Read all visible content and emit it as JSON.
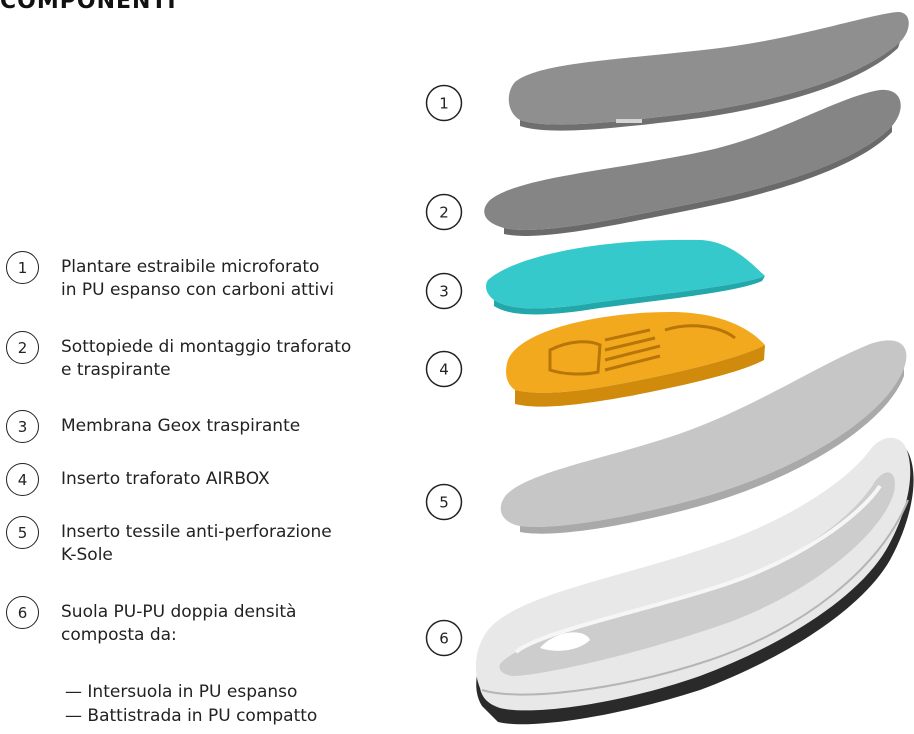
{
  "title": "COMPONENTI",
  "components": [
    {
      "number": "1",
      "lines": [
        "Plantare estraibile microforato",
        "in PU espanso con carboni attivi"
      ]
    },
    {
      "number": "2",
      "lines": [
        "Sottopiede di montaggio traforato",
        "e traspirante"
      ]
    },
    {
      "number": "3",
      "lines": [
        "Membrana Geox traspirante"
      ]
    },
    {
      "number": "4",
      "lines": [
        "Inserto traforato AIRBOX"
      ]
    },
    {
      "number": "5",
      "lines": [
        "Inserto tessile anti-perforazione",
        "K-Sole"
      ]
    },
    {
      "number": "6",
      "lines": [
        "Suola PU-PU doppia densità",
        "composta da:"
      ]
    }
  ],
  "sole_details": [
    "— Intersuola in PU espanso",
    "— Battistrada in PU compatto"
  ],
  "colors": {
    "insole_gray": "#8f8f8f",
    "board_gray": "#858585",
    "membrane_teal": "#36c9cc",
    "airbox_yellow": "#f2a91e",
    "ksole_light": "#c6c6c6",
    "outsole_white": "#e8e8e8",
    "tread_dark": "#2a2a2a"
  }
}
